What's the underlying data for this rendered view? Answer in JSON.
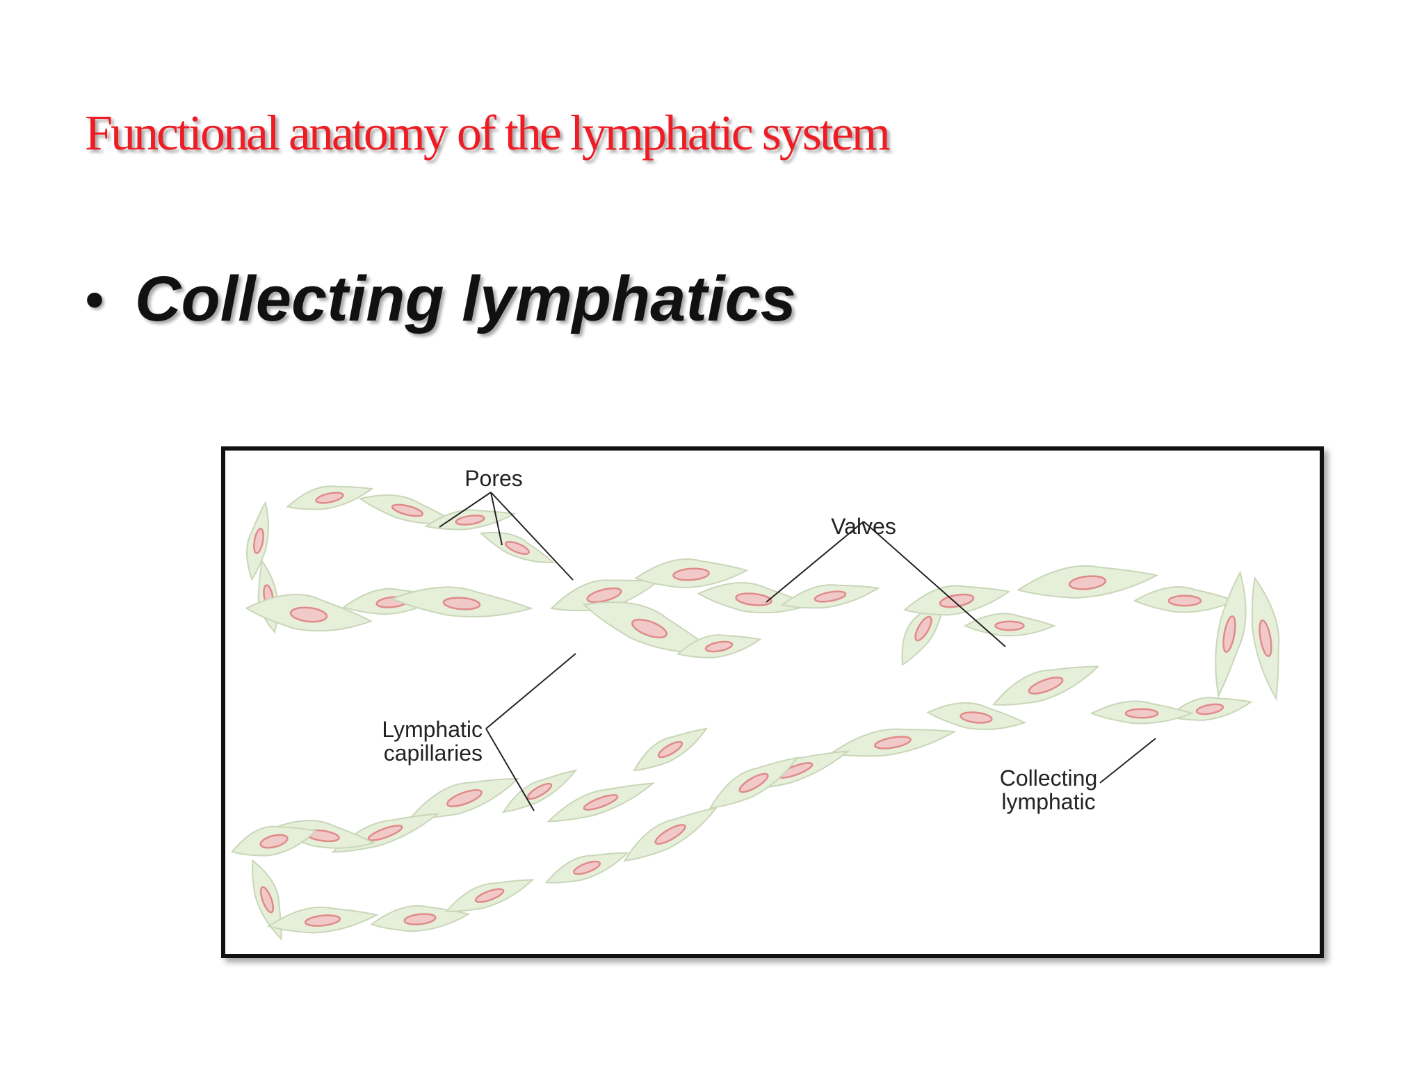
{
  "title": "Functional anatomy of the lymphatic system",
  "bullet": {
    "glyph": "•",
    "text": "Collecting lymphatics"
  },
  "diagram": {
    "labels": {
      "pores": "Pores",
      "valves": "Valves",
      "lymphatic_capillaries_line1": "Lymphatic",
      "lymphatic_capillaries_line2": "capillaries",
      "collecting_lymphatic_line1": "Collecting",
      "collecting_lymphatic_line2": "lymphatic"
    },
    "colors": {
      "cell_fill": "#e6efd9",
      "cell_stroke": "#c9d6b8",
      "nucleus_fill": "#f2c9c9",
      "nucleus_stroke": "#e08a8a",
      "leader_line": "#222222",
      "title_color": "#ee1c24"
    }
  }
}
